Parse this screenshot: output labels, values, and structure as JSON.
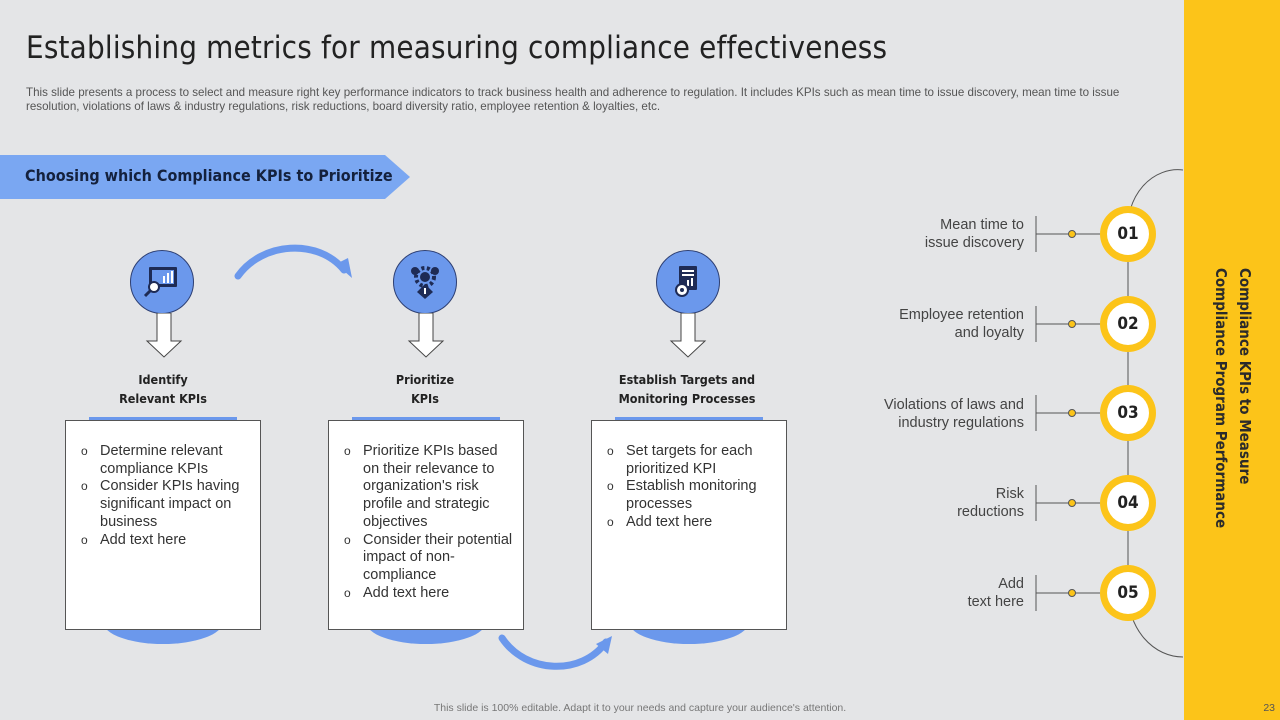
{
  "title": "Establishing metrics for measuring compliance effectiveness",
  "description": "This slide presents a process to select and measure right key performance indicators to track business health and adherence to regulation. It includes KPIs such as mean time to issue discovery, mean time to issue resolution, violations of laws & industry regulations, risk reductions, board diversity ratio, employee retention & loyalties, etc.",
  "banner": "Choosing which Compliance KPIs to Prioritize",
  "steps": [
    {
      "icon": "analytics-monitor-icon",
      "label_line1": "Identify",
      "label_line2": "Relevant KPIs",
      "bullets": [
        "Determine relevant compliance KPIs",
        "Consider KPIs having significant impact on business",
        "Add text here"
      ]
    },
    {
      "icon": "gears-icon",
      "label_line1": "Prioritize",
      "label_line2": "KPIs",
      "bullets": [
        "Prioritize KPIs based on their relevance to organization's risk profile and strategic objectives",
        "Consider their potential impact of non-compliance",
        "Add text here"
      ]
    },
    {
      "icon": "report-document-icon",
      "label_line1": "Establish Targets and",
      "label_line2": "Monitoring Processes",
      "bullets": [
        "Set targets for each prioritized KPI",
        "Establish monitoring processes",
        "Add text here"
      ]
    }
  ],
  "side_panel_title": "Compliance KPIs to Measure Compliance Program Performance",
  "kpis": [
    {
      "num": "01",
      "line1": "Mean time to",
      "line2": "issue discovery"
    },
    {
      "num": "02",
      "line1": "Employee retention",
      "line2": "and loyalty"
    },
    {
      "num": "03",
      "line1": "Violations of laws and",
      "line2": "industry regulations"
    },
    {
      "num": "04",
      "line1": "Risk",
      "line2": "reductions"
    },
    {
      "num": "05",
      "line1": "Add",
      "line2": "text here"
    }
  ],
  "footer": "This slide is 100% editable.  Adapt it to your needs and capture your audience's attention.",
  "page_number": "23",
  "colors": {
    "accent_blue": "#6b98ec",
    "banner_blue": "#7aa7f2",
    "accent_yellow": "#fcc419",
    "background": "#e4e5e7"
  }
}
